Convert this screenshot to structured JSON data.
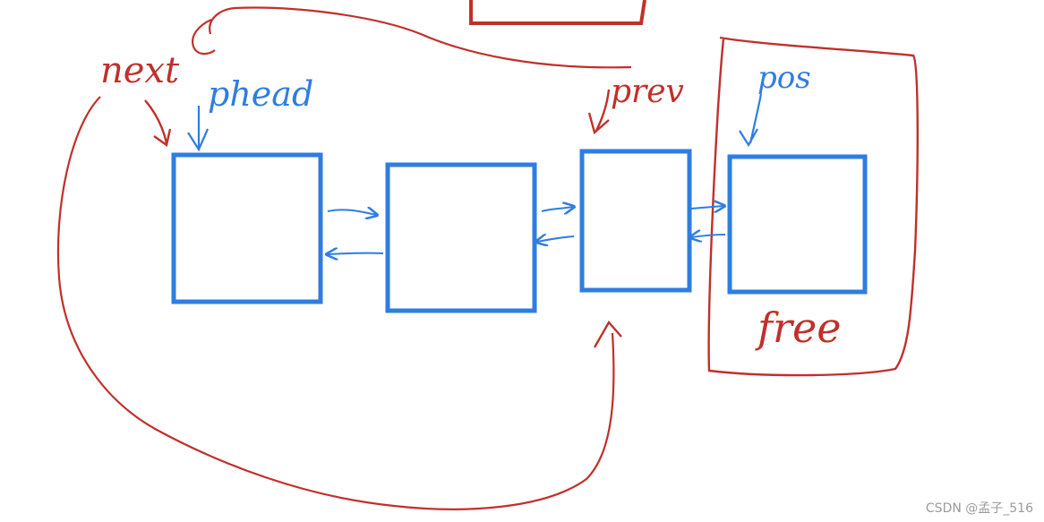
{
  "labels": {
    "next": "next",
    "phead": "phead",
    "prev": "prev",
    "pos": "pos",
    "free": "free"
  },
  "watermark": "CSDN @孟子_516",
  "colors": {
    "background": "#ffffff",
    "node_stroke": "#2f7de1",
    "annotation_red": "#c0302b",
    "watermark_text": "#9a9a9a"
  },
  "nodes": [
    {
      "role": "head"
    },
    {
      "role": "node"
    },
    {
      "role": "prev"
    },
    {
      "role": "pos"
    }
  ]
}
